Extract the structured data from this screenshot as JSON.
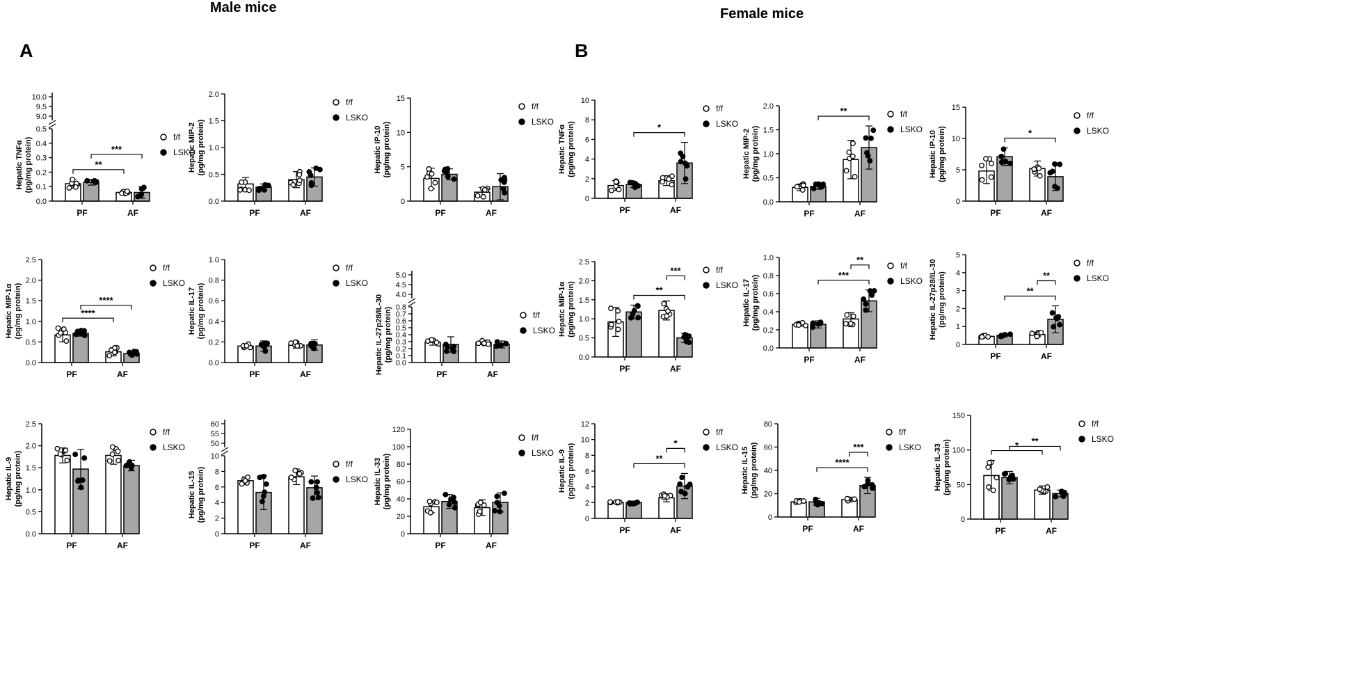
{
  "figure": {
    "male_title": "Male mice",
    "female_title": "Female mice",
    "panel_a": "A",
    "panel_b": "B",
    "groups": [
      "PF",
      "AF"
    ],
    "legend": [
      "f/f",
      "LSKO"
    ],
    "colors": {
      "ff_bar": "#ffffff",
      "lsko_bar": "#a6a6a6",
      "ink": "#000000"
    }
  },
  "chart_data": [
    {
      "type": "bar",
      "ylabel": [
        "Hepatic TNFα",
        "(pg/mg protein)"
      ],
      "yticks": [
        0,
        0.1,
        0.2,
        0.3,
        0.4,
        0.5
      ],
      "upper_ticks": [
        9.0,
        9.5,
        10.0
      ],
      "ylim": [
        0,
        0.5
      ],
      "broken_axis": true,
      "categories": [
        "PF",
        "AF"
      ],
      "series": [
        {
          "name": "f/f",
          "values": [
            0.12,
            0.06
          ],
          "sd": [
            0.03,
            0.01
          ]
        },
        {
          "name": "LSKO",
          "values": [
            0.13,
            0.06
          ],
          "sd": [
            0.02,
            0.04
          ]
        }
      ],
      "significance": [
        {
          "label": "**",
          "from": "PF f/f",
          "to": "AF f/f"
        },
        {
          "label": "***",
          "from": "PF LSKO",
          "to": "AF LSKO"
        }
      ]
    },
    {
      "type": "bar",
      "ylabel": [
        "Hepatic MIP-2",
        "(pg/mg protein)"
      ],
      "yticks": [
        0.0,
        0.5,
        1.0,
        1.5,
        2.0
      ],
      "ylim": [
        0,
        2.0
      ],
      "categories": [
        "PF",
        "AF"
      ],
      "series": [
        {
          "name": "f/f",
          "values": [
            0.32,
            0.4
          ],
          "sd": [
            0.12,
            0.15
          ]
        },
        {
          "name": "LSKO",
          "values": [
            0.26,
            0.45
          ],
          "sd": [
            0.06,
            0.17
          ]
        }
      ],
      "significance": []
    },
    {
      "type": "bar",
      "ylabel": [
        "Hepatic IP-10",
        "(pg/mg protein)"
      ],
      "yticks": [
        0,
        5,
        10,
        15
      ],
      "ylim": [
        0,
        15
      ],
      "categories": [
        "PF",
        "AF"
      ],
      "series": [
        {
          "name": "f/f",
          "values": [
            3.3,
            1.3
          ],
          "sd": [
            1.5,
            0.7
          ]
        },
        {
          "name": "LSKO",
          "values": [
            3.9,
            2.1
          ],
          "sd": [
            0.8,
            1.9
          ]
        }
      ],
      "significance": []
    },
    {
      "type": "bar",
      "ylabel": [
        "Hepatic TNFα",
        "(pg/mg protein)"
      ],
      "yticks": [
        0,
        2,
        4,
        6,
        8,
        10
      ],
      "ylim": [
        0,
        10
      ],
      "categories": [
        "PF",
        "AF"
      ],
      "series": [
        {
          "name": "f/f",
          "values": [
            1.3,
            1.8
          ],
          "sd": [
            0.5,
            0.5
          ]
        },
        {
          "name": "LSKO",
          "values": [
            1.4,
            3.6
          ],
          "sd": [
            0.3,
            2.1
          ]
        }
      ],
      "significance": [
        {
          "label": "*",
          "from": "PF LSKO",
          "to": "AF LSKO"
        }
      ]
    },
    {
      "type": "bar",
      "ylabel": [
        "Hepatic MIP-2",
        "(pg/mg protein)"
      ],
      "yticks": [
        0.0,
        0.5,
        1.0,
        1.5,
        2.0
      ],
      "ylim": [
        0,
        2.0
      ],
      "categories": [
        "PF",
        "AF"
      ],
      "series": [
        {
          "name": "f/f",
          "values": [
            0.3,
            0.88
          ],
          "sd": [
            0.07,
            0.4
          ]
        },
        {
          "name": "LSKO",
          "values": [
            0.32,
            1.13
          ],
          "sd": [
            0.06,
            0.45
          ]
        }
      ],
      "significance": [
        {
          "label": "**",
          "from": "PF LSKO",
          "to": "AF LSKO"
        }
      ]
    },
    {
      "type": "bar",
      "ylabel": [
        "Hepatic IP-10",
        "(pg/mg protein)"
      ],
      "yticks": [
        0,
        5,
        10,
        15
      ],
      "ylim": [
        0,
        15
      ],
      "categories": [
        "PF",
        "AF"
      ],
      "series": [
        {
          "name": "f/f",
          "values": [
            4.8,
            5.2
          ],
          "sd": [
            2.0,
            1.2
          ]
        },
        {
          "name": "LSKO",
          "values": [
            7.1,
            3.9
          ],
          "sd": [
            1.4,
            2.2
          ]
        }
      ],
      "significance": [
        {
          "label": "*",
          "from": "PF LSKO",
          "to": "AF LSKO"
        }
      ]
    },
    {
      "type": "bar",
      "ylabel": [
        "Hepatic MIP-1α",
        "(pg/mg protein)"
      ],
      "yticks": [
        0.0,
        0.5,
        1.0,
        1.5,
        2.0,
        2.5
      ],
      "ylim": [
        0,
        2.5
      ],
      "categories": [
        "PF",
        "AF"
      ],
      "series": [
        {
          "name": "f/f",
          "values": [
            0.67,
            0.26
          ],
          "sd": [
            0.17,
            0.1
          ]
        },
        {
          "name": "LSKO",
          "values": [
            0.71,
            0.22
          ],
          "sd": [
            0.07,
            0.06
          ]
        }
      ],
      "significance": [
        {
          "label": "****",
          "from": "PF f/f",
          "to": "AF f/f"
        },
        {
          "label": "****",
          "from": "PF LSKO",
          "to": "AF LSKO"
        }
      ]
    },
    {
      "type": "bar",
      "ylabel": [
        "Hepatic IL-17",
        "(pg/mg protein)"
      ],
      "yticks": [
        0.0,
        0.2,
        0.4,
        0.6,
        0.8,
        1.0
      ],
      "ylim": [
        0,
        1.0
      ],
      "categories": [
        "PF",
        "AF"
      ],
      "series": [
        {
          "name": "f/f",
          "values": [
            0.16,
            0.17
          ],
          "sd": [
            0.02,
            0.03
          ]
        },
        {
          "name": "LSKO",
          "values": [
            0.16,
            0.17
          ],
          "sd": [
            0.05,
            0.05
          ]
        }
      ],
      "significance": []
    },
    {
      "type": "bar",
      "ylabel": [
        "Hepatic IL-27p28/IL-30",
        "(pg/mg protein)"
      ],
      "yticks": [
        0.0,
        0.1,
        0.2,
        0.3,
        0.4,
        0.5,
        0.6,
        0.7,
        0.8
      ],
      "upper_ticks": [
        4.0,
        4.5,
        5.0
      ],
      "ylim": [
        0,
        0.8
      ],
      "broken_axis": true,
      "categories": [
        "PF",
        "AF"
      ],
      "series": [
        {
          "name": "f/f",
          "values": [
            0.29,
            0.29
          ],
          "sd": [
            0.04,
            0.03
          ]
        },
        {
          "name": "LSKO",
          "values": [
            0.26,
            0.26
          ],
          "sd": [
            0.11,
            0.05
          ]
        }
      ],
      "significance": []
    },
    {
      "type": "bar",
      "ylabel": [
        "Hepatic MIP-1α",
        "(pg/mg protein)"
      ],
      "yticks": [
        0.0,
        0.5,
        1.0,
        1.5,
        2.0,
        2.5
      ],
      "ylim": [
        0,
        2.5
      ],
      "categories": [
        "PF",
        "AF"
      ],
      "series": [
        {
          "name": "f/f",
          "values": [
            0.92,
            1.22
          ],
          "sd": [
            0.38,
            0.25
          ]
        },
        {
          "name": "LSKO",
          "values": [
            1.18,
            0.5
          ],
          "sd": [
            0.18,
            0.12
          ]
        }
      ],
      "significance": [
        {
          "label": "**",
          "from": "PF LSKO",
          "to": "AF LSKO"
        },
        {
          "label": "***",
          "from": "AF f/f",
          "to": "AF LSKO"
        }
      ]
    },
    {
      "type": "bar",
      "ylabel": [
        "Hepatic IL-17",
        "(pg/mg protein)"
      ],
      "yticks": [
        0.0,
        0.2,
        0.4,
        0.6,
        0.8,
        1.0
      ],
      "ylim": [
        0,
        1.0
      ],
      "categories": [
        "PF",
        "AF"
      ],
      "series": [
        {
          "name": "f/f",
          "values": [
            0.26,
            0.32
          ],
          "sd": [
            0.02,
            0.07
          ]
        },
        {
          "name": "LSKO",
          "values": [
            0.26,
            0.52
          ],
          "sd": [
            0.04,
            0.12
          ]
        }
      ],
      "significance": [
        {
          "label": "***",
          "from": "PF LSKO",
          "to": "AF LSKO"
        },
        {
          "label": "**",
          "from": "AF f/f",
          "to": "AF LSKO"
        }
      ]
    },
    {
      "type": "bar",
      "ylabel": [
        "Hepatic IL-27p28/IL-30",
        "(pg/mg protein)"
      ],
      "yticks": [
        0,
        1,
        2,
        3,
        4,
        5
      ],
      "ylim": [
        0,
        5
      ],
      "categories": [
        "PF",
        "AF"
      ],
      "series": [
        {
          "name": "f/f",
          "values": [
            0.45,
            0.55
          ],
          "sd": [
            0.05,
            0.12
          ]
        },
        {
          "name": "LSKO",
          "values": [
            0.5,
            1.4
          ],
          "sd": [
            0.08,
            0.75
          ]
        }
      ],
      "significance": [
        {
          "label": "**",
          "from": "PF LSKO",
          "to": "AF LSKO"
        },
        {
          "label": "**",
          "from": "AF f/f",
          "to": "AF LSKO"
        }
      ]
    },
    {
      "type": "bar",
      "ylabel": [
        "Hepatic IL-9",
        "(pg/mg protein)"
      ],
      "yticks": [
        0.0,
        0.5,
        1.0,
        1.5,
        2.0,
        2.5
      ],
      "ylim": [
        0,
        2.5
      ],
      "categories": [
        "PF",
        "AF"
      ],
      "series": [
        {
          "name": "f/f",
          "values": [
            1.78,
            1.78
          ],
          "sd": [
            0.17,
            0.2
          ]
        },
        {
          "name": "LSKO",
          "values": [
            1.47,
            1.55
          ],
          "sd": [
            0.45,
            0.12
          ]
        }
      ],
      "significance": []
    },
    {
      "type": "bar",
      "ylabel": [
        "Hepatic IL-15",
        "(pg/mg protein)"
      ],
      "yticks": [
        0,
        2,
        4,
        6,
        8,
        10
      ],
      "upper_ticks": [
        50,
        55,
        60
      ],
      "ylim": [
        0,
        10
      ],
      "broken_axis": true,
      "categories": [
        "PF",
        "AF"
      ],
      "series": [
        {
          "name": "f/f",
          "values": [
            6.8,
            7.3
          ],
          "sd": [
            0.5,
            1.0
          ]
        },
        {
          "name": "LSKO",
          "values": [
            5.3,
            5.9
          ],
          "sd": [
            2.2,
            1.5
          ]
        }
      ],
      "significance": []
    },
    {
      "type": "bar",
      "ylabel": [
        "Hepatic IL-33",
        "(pg/mg protein)"
      ],
      "yticks": [
        0,
        20,
        40,
        60,
        80,
        100,
        120
      ],
      "ylim": [
        0,
        120
      ],
      "categories": [
        "PF",
        "AF"
      ],
      "series": [
        {
          "name": "f/f",
          "values": [
            31,
            30
          ],
          "sd": [
            7,
            9
          ]
        },
        {
          "name": "LSKO",
          "values": [
            37,
            36
          ],
          "sd": [
            8,
            11
          ]
        }
      ],
      "significance": []
    },
    {
      "type": "bar",
      "ylabel": [
        "Hepatic IL-9",
        "(pg/mg protein)"
      ],
      "yticks": [
        0,
        2,
        4,
        6,
        8,
        10,
        12
      ],
      "ylim": [
        0,
        12
      ],
      "categories": [
        "PF",
        "AF"
      ],
      "series": [
        {
          "name": "f/f",
          "values": [
            2.0,
            2.6
          ],
          "sd": [
            0.1,
            0.5
          ]
        },
        {
          "name": "LSKO",
          "values": [
            2.0,
            4.1
          ],
          "sd": [
            0.2,
            1.6
          ]
        }
      ],
      "significance": [
        {
          "label": "**",
          "from": "PF LSKO",
          "to": "AF LSKO"
        },
        {
          "label": "*",
          "from": "AF f/f",
          "to": "AF LSKO"
        }
      ]
    },
    {
      "type": "bar",
      "ylabel": [
        "Hepatic IL-15",
        "(pg/mg protein)"
      ],
      "yticks": [
        0,
        20,
        40,
        60,
        80
      ],
      "ylim": [
        0,
        80
      ],
      "categories": [
        "PF",
        "AF"
      ],
      "series": [
        {
          "name": "f/f",
          "values": [
            13,
            15
          ],
          "sd": [
            1,
            2
          ]
        },
        {
          "name": "LSKO",
          "values": [
            13,
            27
          ],
          "sd": [
            3,
            7
          ]
        }
      ],
      "significance": [
        {
          "label": "****",
          "from": "PF LSKO",
          "to": "AF LSKO"
        },
        {
          "label": "***",
          "from": "AF f/f",
          "to": "AF LSKO"
        }
      ]
    },
    {
      "type": "bar",
      "ylabel": [
        "Hepatic IL-33",
        "(pg/mg protein)"
      ],
      "yticks": [
        0,
        50,
        100,
        150
      ],
      "ylim": [
        0,
        150
      ],
      "categories": [
        "PF",
        "AF"
      ],
      "series": [
        {
          "name": "f/f",
          "values": [
            63,
            42
          ],
          "sd": [
            22,
            6
          ]
        },
        {
          "name": "LSKO",
          "values": [
            60,
            37
          ],
          "sd": [
            9,
            5
          ]
        }
      ],
      "significance": [
        {
          "label": "*",
          "from": "PF f/f",
          "to": "AF f/f"
        },
        {
          "label": "**",
          "from": "PF LSKO",
          "to": "AF LSKO"
        }
      ]
    }
  ]
}
